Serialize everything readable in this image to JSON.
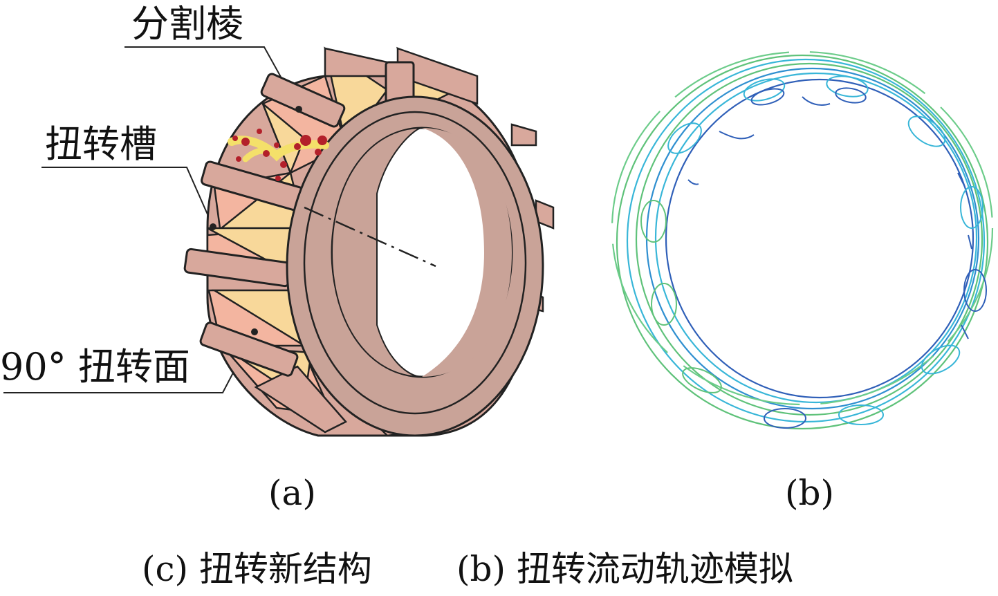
{
  "labels": {
    "ridge": "分割棱",
    "groove": "扭转槽",
    "face": "90° 扭转面"
  },
  "panels": {
    "a": "(a)",
    "b": "(b)"
  },
  "caption": {
    "left": "(c) 扭转新结构",
    "right": "(b) 扭转流动轨迹模拟"
  },
  "colors": {
    "ring": "#c9a398",
    "ring_dark": "#b08a80",
    "groove_face": "#f3b5a0",
    "twist_face": "#f8d89a",
    "flow_green": "#5fc27a",
    "flow_cyan": "#38b6d8",
    "flow_blue": "#2f5fb8",
    "particle": "#b3202a",
    "streak": "#f4e06a"
  }
}
